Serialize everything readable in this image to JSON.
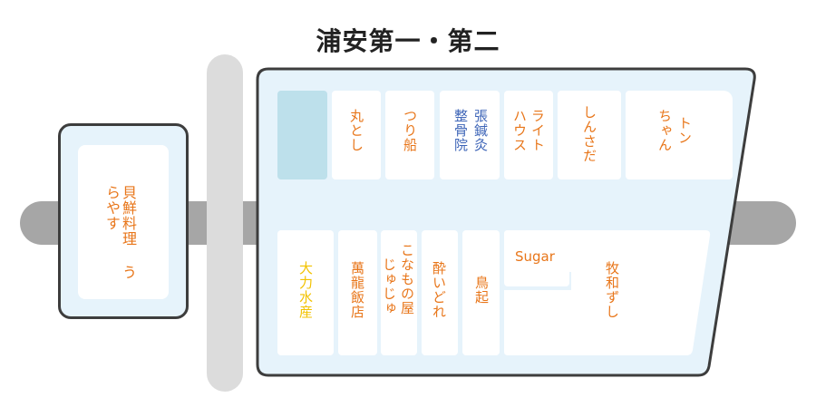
{
  "title": "浦安第一・第二",
  "colors": {
    "road_main": "#a6a6a6",
    "road_cross": "#dcdcdc",
    "building_fill": "#e6f3fb",
    "building_border": "#3d3d3d",
    "label_orange": "#e8761a",
    "label_blue": "#3d64b7",
    "label_yellow": "#f2c200",
    "occupied_block": "#bde0eb"
  },
  "stores": {
    "uraya": "貝鮮料理 うらやす",
    "maru": "丸とし",
    "tsuri": "つり船",
    "seikotsu_a": "整骨院",
    "seikotsu_b": "張鍼灸",
    "hauze_a": "ハウス",
    "hauze_b": "ライト",
    "shinsada": "しんさだ",
    "tonchan_a": "ちゃん",
    "tonchan_b": "トン",
    "daiki": "大力水産",
    "manryu": "萬龍飯店",
    "konamono_a": "じゅじゅ",
    "konamono_b": "こなもの屋",
    "suidore_a": "酔いどれ",
    "toriki": "鳥起",
    "sugar": "Sugar",
    "bokuwa": "牧和ずし"
  }
}
